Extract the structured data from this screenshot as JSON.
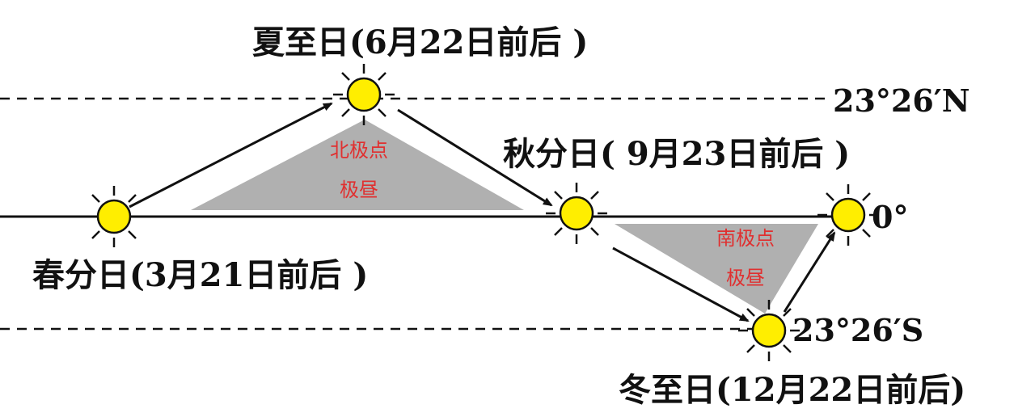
{
  "diagram": {
    "latitudes": {
      "north": "23°26′N",
      "equator": "0°",
      "south": "23°26′S"
    },
    "dates": {
      "spring": "春分日(3月21日前后 )",
      "summer": "夏至日(6月22日前后 )",
      "autumn": "秋分日( 9月23日前后 )",
      "winter": "冬至日(12月22日前后)"
    },
    "zones": {
      "north": {
        "line1": "北极点",
        "line2": "极昼"
      },
      "south": {
        "line1": "南极点",
        "line2": "极昼"
      }
    },
    "colors": {
      "sun_fill": "#ffee00",
      "line": "#111111",
      "shade": "#b0b0b0",
      "zone_text": "#e03030"
    }
  }
}
